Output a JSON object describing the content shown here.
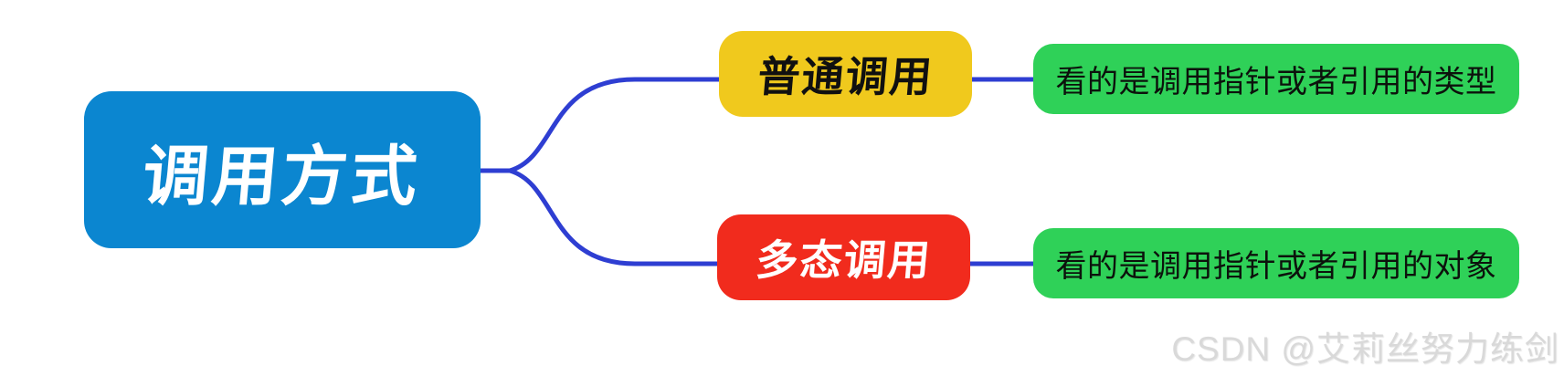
{
  "diagram": {
    "root": {
      "label": "调用方式"
    },
    "branches": [
      {
        "label": "普通调用",
        "detail": "看的是调用指针或者引用的类型"
      },
      {
        "label": "多态调用",
        "detail": "看的是调用指针或者引用的对象"
      }
    ]
  },
  "watermark": "CSDN @艾莉丝努力练剑",
  "colors": {
    "root_bg": "#0b86d0",
    "branch_top_bg": "#f0c91d",
    "branch_bottom_bg": "#f12b1d",
    "detail_bg": "#2fd158",
    "connector": "#2e3ed2",
    "watermark_text": "#d9d9d9"
  }
}
